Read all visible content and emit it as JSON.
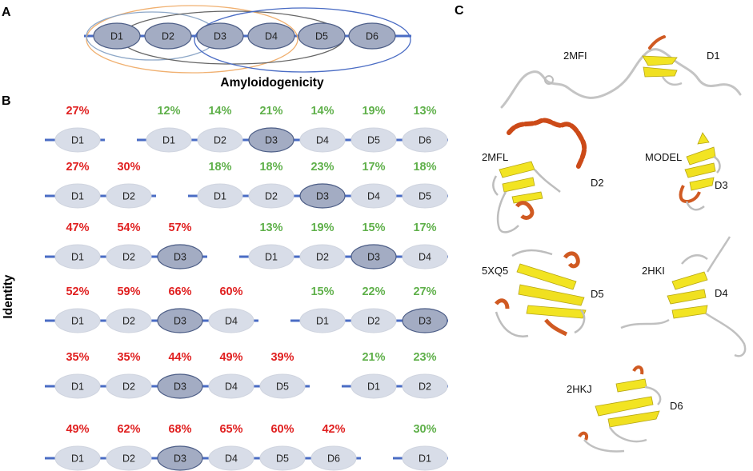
{
  "panels": {
    "a": "A",
    "b": "B",
    "c": "C"
  },
  "panel_a": {
    "domains": [
      "D1",
      "D2",
      "D3",
      "D4",
      "D5",
      "D6"
    ],
    "caption": "Amyloidogenicity"
  },
  "panel_b": {
    "axis_label": "Identity",
    "rows": [
      {
        "left": {
          "domains": [
            "D1"
          ],
          "values": [
            "27%"
          ]
        },
        "right": {
          "domains": [
            "D1",
            "D2",
            "D3",
            "D4",
            "D5",
            "D6"
          ],
          "values": [
            "12%",
            "14%",
            "21%",
            "14%",
            "19%",
            "13%"
          ]
        }
      },
      {
        "left": {
          "domains": [
            "D1",
            "D2"
          ],
          "values": [
            "27%",
            "30%"
          ]
        },
        "right": {
          "domains": [
            "D1",
            "D2",
            "D3",
            "D4",
            "D5"
          ],
          "values": [
            "18%",
            "18%",
            "23%",
            "17%",
            "18%"
          ]
        }
      },
      {
        "left": {
          "domains": [
            "D1",
            "D2",
            "D3"
          ],
          "values": [
            "47%",
            "54%",
            "57%"
          ]
        },
        "right": {
          "domains": [
            "D1",
            "D2",
            "D3",
            "D4"
          ],
          "values": [
            "13%",
            "19%",
            "15%",
            "17%"
          ]
        }
      },
      {
        "left": {
          "domains": [
            "D1",
            "D2",
            "D3",
            "D4"
          ],
          "values": [
            "52%",
            "59%",
            "66%",
            "60%"
          ]
        },
        "right": {
          "domains": [
            "D1",
            "D2",
            "D3"
          ],
          "values": [
            "15%",
            "22%",
            "27%"
          ]
        }
      },
      {
        "left": {
          "domains": [
            "D1",
            "D2",
            "D3",
            "D4",
            "D5"
          ],
          "values": [
            "35%",
            "35%",
            "44%",
            "49%",
            "39%"
          ]
        },
        "right": {
          "domains": [
            "D1",
            "D2"
          ],
          "values": [
            "21%",
            "23%"
          ]
        }
      },
      {
        "left": {
          "domains": [
            "D1",
            "D2",
            "D3",
            "D4",
            "D5",
            "D6"
          ],
          "values": [
            "49%",
            "62%",
            "68%",
            "65%",
            "60%",
            "42%"
          ]
        },
        "right": {
          "domains": [
            "D1"
          ],
          "values": [
            "30%"
          ]
        }
      }
    ]
  },
  "panel_c": {
    "structures": [
      {
        "pdb": "2MFI",
        "domain": "D1"
      },
      {
        "pdb": "2MFL",
        "domain": "D2"
      },
      {
        "pdb": "MODEL",
        "domain": "D3"
      },
      {
        "pdb": "5XQ5",
        "domain": "D5"
      },
      {
        "pdb": "2HKI",
        "domain": "D4"
      },
      {
        "pdb": "2HKJ",
        "domain": "D6"
      }
    ]
  },
  "colors": {
    "line": "#4a6cc4",
    "domain_fill": "#d8dde8",
    "domain_dark": "#a3acc3",
    "domain_stroke": "#4c5d86",
    "high_identity": "#e02020",
    "low_identity": "#5fb04a",
    "helix": "#d05a22",
    "strand": "#f4e425",
    "coil": "#b5b5b5"
  }
}
